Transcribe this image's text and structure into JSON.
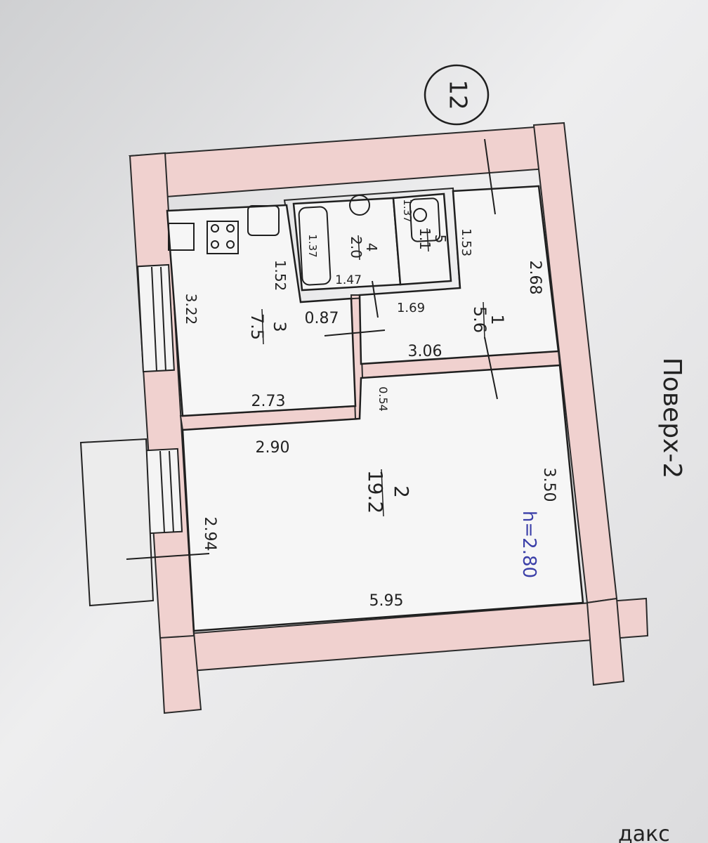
{
  "sheet": {
    "apartment_number": "12",
    "floor_label": "Поверх-2",
    "ceiling_height": "h=2.80"
  },
  "rooms": [
    {
      "number": "1",
      "area": "5.6"
    },
    {
      "number": "2",
      "area": "19.2"
    },
    {
      "number": "3",
      "area": "7.5"
    },
    {
      "number": "4",
      "area": "2.0"
    },
    {
      "number": "5",
      "area": "1.1"
    }
  ],
  "dimensions": {
    "r1_length": "2.68",
    "r1_width": "1.53",
    "r1_bottom": "3.06",
    "hall_small": "1.69",
    "hall_gap": "0.87",
    "r2_top": "3.50",
    "r2_length": "5.95",
    "r2_upper": "2.90",
    "r2_lower": "2.94",
    "r2_notch": "0.54",
    "r3_top": "1.52",
    "r3_left": "3.22",
    "r3_bottom": "2.73",
    "r4_width": "1.47",
    "r4_bath": "1.37",
    "r5_width": "1.37"
  },
  "footer_fragment": "дакс"
}
